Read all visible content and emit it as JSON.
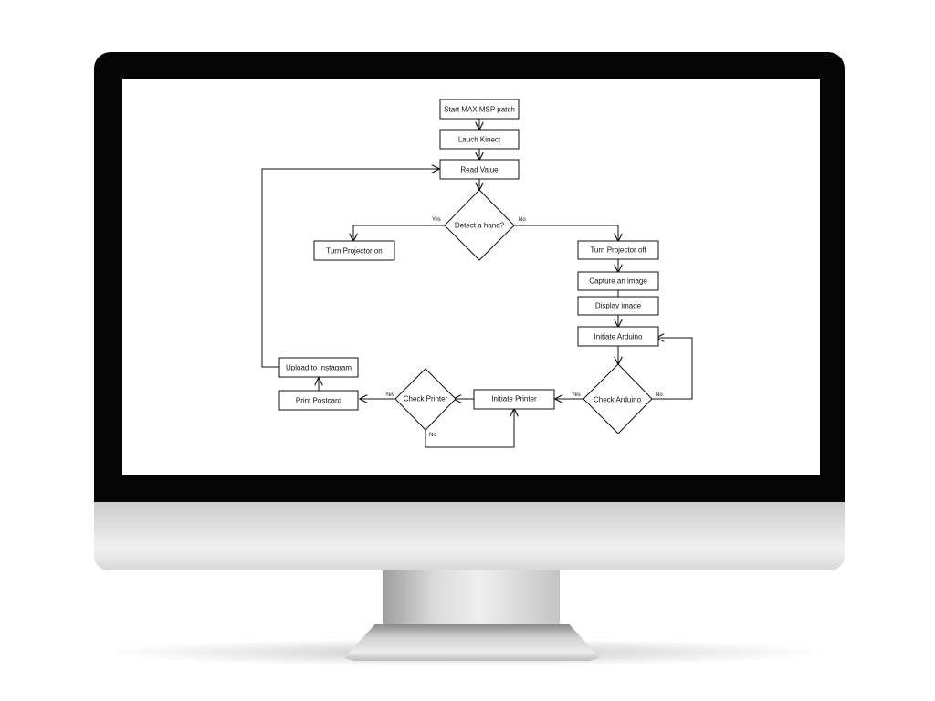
{
  "flowchart": {
    "nodes": {
      "start_max_msp": "Start MAX MSP patch",
      "launch_kinect": "Lauch Kinect",
      "read_value": "Read Value",
      "detect_hand": "Detect a hand?",
      "projector_on": "Turn Projector on",
      "projector_off": "Turn Projector off",
      "capture_image": "Capture an image",
      "display_image": "Display image",
      "initiate_arduino": "Initiate Arduino",
      "check_arduino": "Check Arduino",
      "initiate_printer": "Initiate Printer",
      "check_printer": "Check Printer",
      "print_postcard": "Print Postcard",
      "upload_instagram": "Upload to Instagram"
    },
    "edge_labels": {
      "hand_yes": "Yes",
      "hand_no": "No",
      "arduino_yes": "Yes",
      "arduino_no": "No",
      "printer_yes": "Yes",
      "printer_no": "No"
    }
  }
}
